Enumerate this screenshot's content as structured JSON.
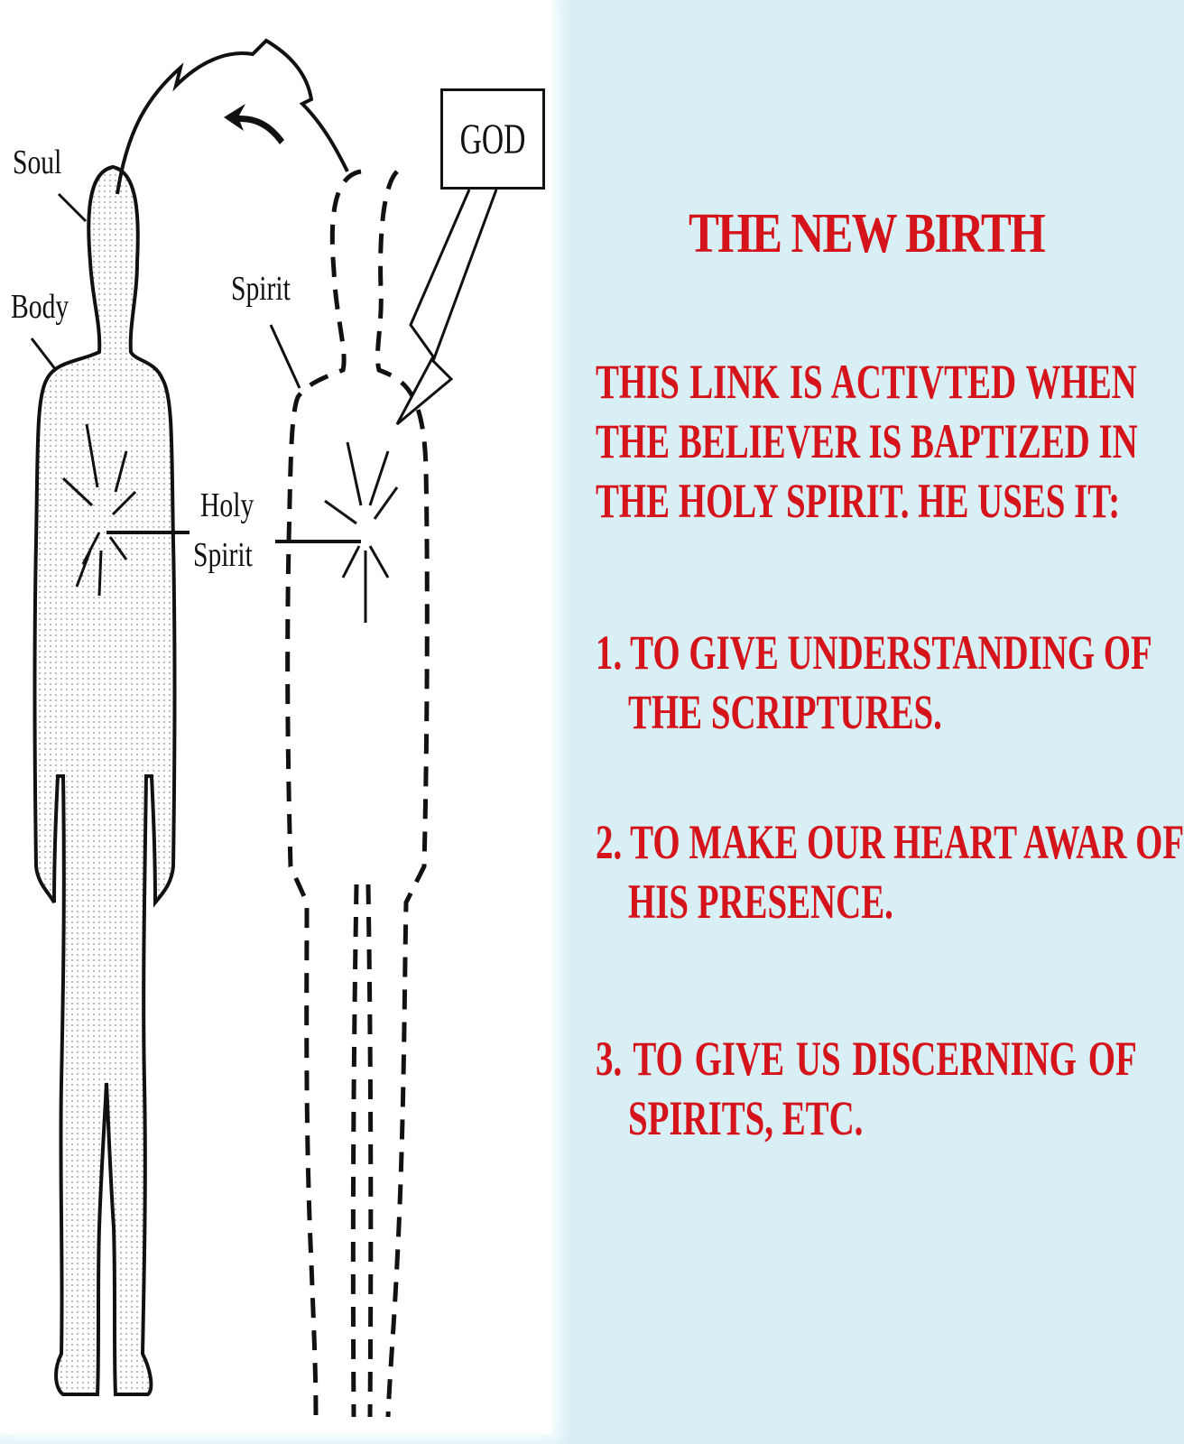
{
  "diagram": {
    "labels": {
      "soul": "Soul",
      "body": "Body",
      "spirit": "Spirit",
      "holy_spirit_line1": "Holy",
      "holy_spirit_line2": "Spirit",
      "god": "GOD"
    }
  },
  "text": {
    "title": "THE NEW BIRTH",
    "intro_lines": [
      "THIS LINK IS ACTIVTED WHEN",
      "THE BELIEVER IS BAPTIZED IN",
      "THE HOLY SPIRIT. HE USES IT:"
    ],
    "items": [
      {
        "line1": "1. TO GIVE UNDERSTANDING OF",
        "line2": "THE SCRIPTURES."
      },
      {
        "line1": "2. TO MAKE OUR HEART AWAR OF",
        "line2": "HIS PRESENCE."
      },
      {
        "line1": "3. TO GIVE US DISCERNING OF",
        "line2": "SPIRITS, ETC."
      }
    ]
  },
  "colors": {
    "background": "#d8eff5",
    "text_red": "#d4141a",
    "line_black": "#111111"
  }
}
